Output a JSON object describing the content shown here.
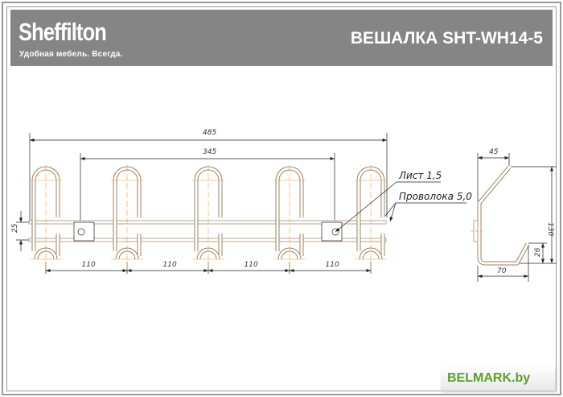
{
  "header": {
    "logo": "Sheffilton",
    "tagline": "Удобная мебель. Всегда.",
    "title": "ВЕШАЛКА SHT-WH14-5"
  },
  "front_view": {
    "dimensions": {
      "overall_width": "485",
      "mount_spacing": "345",
      "hook_pitch": [
        "110",
        "110",
        "110",
        "110"
      ],
      "bar_spacing": "25"
    },
    "hook_count": 5,
    "notes": [
      "Лист 1,5",
      "Проволока 5,0"
    ]
  },
  "side_view": {
    "dimensions": {
      "top_offset": "45",
      "height": "130",
      "lip_height": "26",
      "depth": "70"
    }
  },
  "watermark": "BELMARK.by",
  "colors": {
    "header_bg": "#858585",
    "wire": "#c8a878",
    "centerline": "#f0a040",
    "brand": "#5aa02c"
  }
}
